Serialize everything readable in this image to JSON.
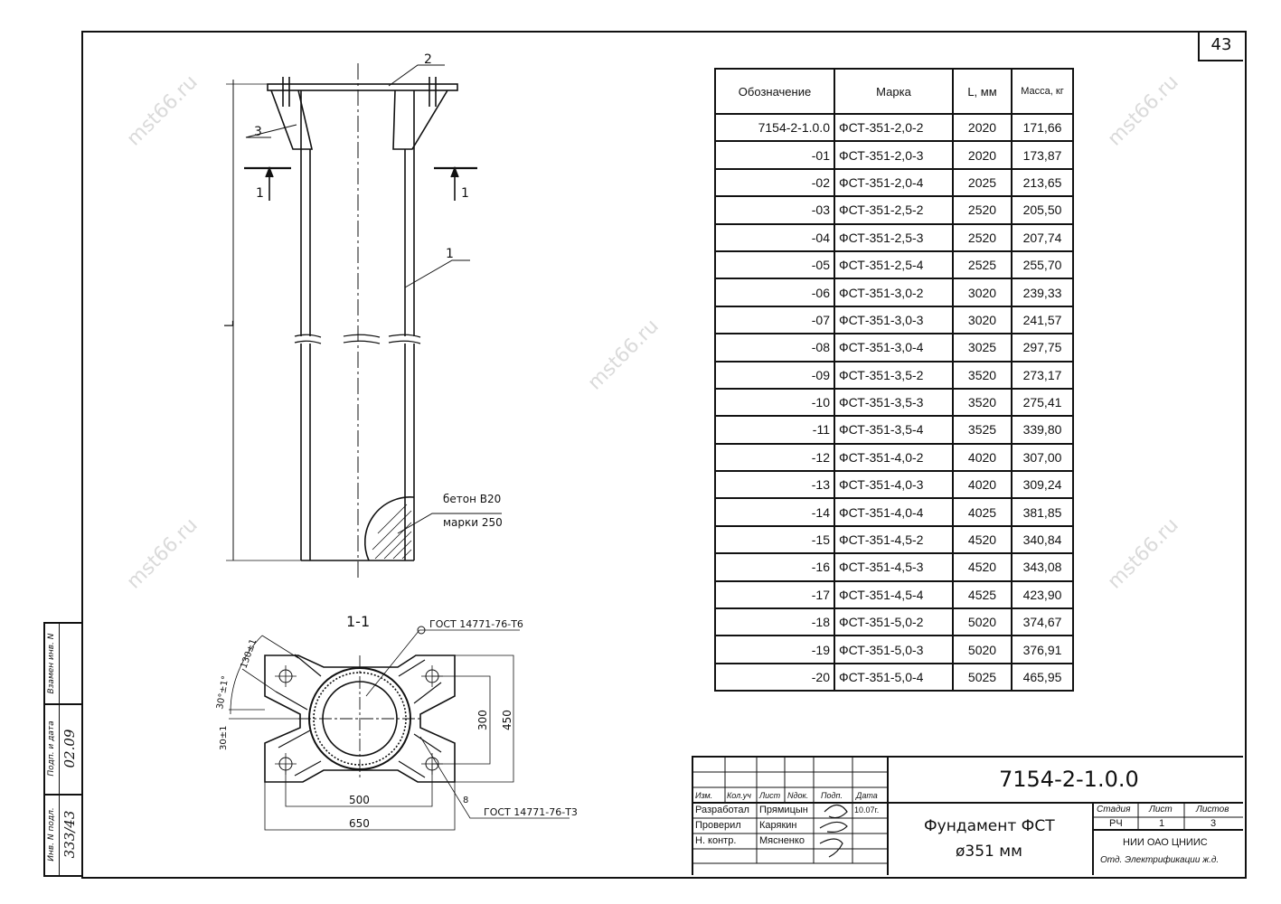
{
  "sheet_number": "43",
  "table": {
    "headers": [
      "Обозначение",
      "Марка",
      "L, мм",
      "Масса, кг"
    ],
    "rows": [
      [
        "7154-2-1.0.0",
        "ФСТ-351-2,0-2",
        "2020",
        "171,66"
      ],
      [
        "-01",
        "ФСТ-351-2,0-3",
        "2020",
        "173,87"
      ],
      [
        "-02",
        "ФСТ-351-2,0-4",
        "2025",
        "213,65"
      ],
      [
        "-03",
        "ФСТ-351-2,5-2",
        "2520",
        "205,50"
      ],
      [
        "-04",
        "ФСТ-351-2,5-3",
        "2520",
        "207,74"
      ],
      [
        "-05",
        "ФСТ-351-2,5-4",
        "2525",
        "255,70"
      ],
      [
        "-06",
        "ФСТ-351-3,0-2",
        "3020",
        "239,33"
      ],
      [
        "-07",
        "ФСТ-351-3,0-3",
        "3020",
        "241,57"
      ],
      [
        "-08",
        "ФСТ-351-3,0-4",
        "3025",
        "297,75"
      ],
      [
        "-09",
        "ФСТ-351-3,5-2",
        "3520",
        "273,17"
      ],
      [
        "-10",
        "ФСТ-351-3,5-3",
        "3520",
        "275,41"
      ],
      [
        "-11",
        "ФСТ-351-3,5-4",
        "3525",
        "339,80"
      ],
      [
        "-12",
        "ФСТ-351-4,0-2",
        "4020",
        "307,00"
      ],
      [
        "-13",
        "ФСТ-351-4,0-3",
        "4020",
        "309,24"
      ],
      [
        "-14",
        "ФСТ-351-4,0-4",
        "4025",
        "381,85"
      ],
      [
        "-15",
        "ФСТ-351-4,5-2",
        "4520",
        "340,84"
      ],
      [
        "-16",
        "ФСТ-351-4,5-3",
        "4520",
        "343,08"
      ],
      [
        "-17",
        "ФСТ-351-4,5-4",
        "4525",
        "423,90"
      ],
      [
        "-18",
        "ФСТ-351-5,0-2",
        "5020",
        "374,67"
      ],
      [
        "-19",
        "ФСТ-351-5,0-3",
        "5020",
        "376,91"
      ],
      [
        "-20",
        "ФСТ-351-5,0-4",
        "5025",
        "465,95"
      ]
    ]
  },
  "elevation": {
    "pos_labels": [
      "1",
      "2",
      "3"
    ],
    "section_mark": "1",
    "length_label": "L",
    "concrete_note": [
      "бетон В20",
      "марки 250"
    ]
  },
  "section": {
    "title": "1-1",
    "weld_top": "ГОСТ 14771-76-Т6",
    "weld_bottom": "ГОСТ 14771-76-Т3",
    "weld_leg": "8",
    "dims": [
      "130±1",
      "30°±1°",
      "30±1",
      "300",
      "450",
      "500",
      "650"
    ]
  },
  "title_block": {
    "code": "7154-2-1.0.0",
    "title_line1": "Фундамент ФСТ",
    "title_line2": "ø351 мм",
    "col_headers": [
      "Изм.",
      "Кол.уч",
      "Лист",
      "Nдок.",
      "Подп.",
      "Дата"
    ],
    "roles": [
      {
        "role": "Разработал",
        "name": "Прямицын",
        "date": "10.07г."
      },
      {
        "role": "Проверил",
        "name": "Карякин",
        "date": ""
      },
      {
        "role": "Н. контр.",
        "name": "Мясненко",
        "date": ""
      }
    ],
    "stage_headers": [
      "Стадия",
      "Лист",
      "Листов"
    ],
    "stage_values": [
      "РЧ",
      "1",
      "3"
    ],
    "org_line1": "НИИ ОАО ЦНИИС",
    "org_line2": "Отд. Электрификации ж.д."
  },
  "side_stamp": {
    "labels": [
      "Инв. N подл.",
      "Подп. и дата",
      "Взамен инв. N"
    ],
    "values": [
      "333/43",
      "02.09"
    ]
  },
  "watermark": "mst66.ru"
}
